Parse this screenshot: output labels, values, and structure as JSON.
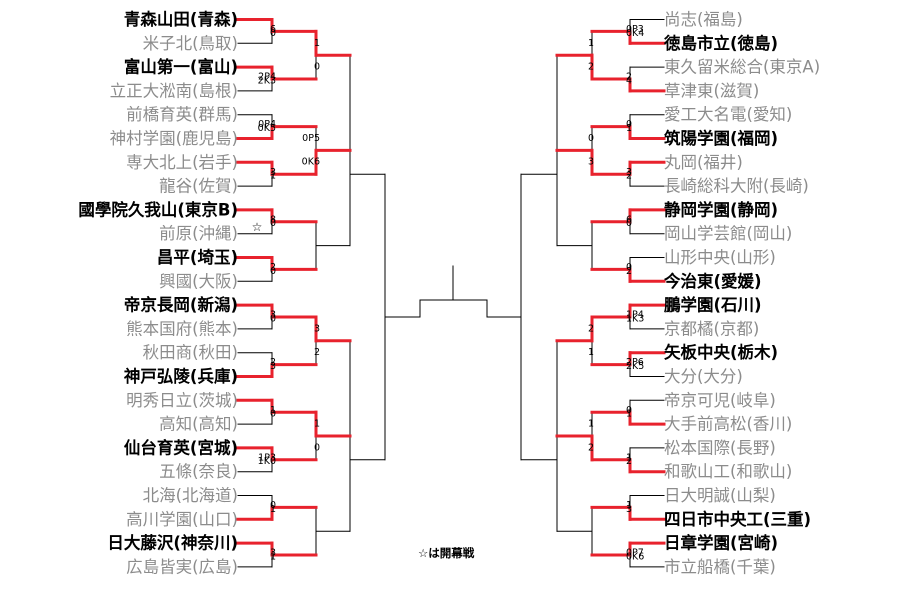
{
  "colors": {
    "win": "#e8222d",
    "line": "#000000",
    "loser": "#8c8c8c",
    "winner": "#000000"
  },
  "note": "☆は開幕戦",
  "star": "☆",
  "left": {
    "teams": [
      {
        "name": "青森山田(青森)",
        "win": true
      },
      {
        "name": "米子北(鳥取)",
        "win": false
      },
      {
        "name": "富山第一(富山)",
        "win": true
      },
      {
        "name": "立正大淞南(島根)",
        "win": false
      },
      {
        "name": "前橋育英(群馬)",
        "win": false
      },
      {
        "name": "神村学園(鹿児島)",
        "win": false
      },
      {
        "name": "専大北上(岩手)",
        "win": false
      },
      {
        "name": "龍谷(佐賀)",
        "win": false
      },
      {
        "name": "國學院久我山(東京B)",
        "win": true
      },
      {
        "name": "前原(沖縄)",
        "win": false
      },
      {
        "name": "昌平(埼玉)",
        "win": true
      },
      {
        "name": "興國(大阪)",
        "win": false
      },
      {
        "name": "帝京長岡(新潟)",
        "win": true
      },
      {
        "name": "熊本国府(熊本)",
        "win": false
      },
      {
        "name": "秋田商(秋田)",
        "win": false
      },
      {
        "name": "神戸弘陵(兵庫)",
        "win": true
      },
      {
        "name": "明秀日立(茨城)",
        "win": false
      },
      {
        "name": "高知(高知)",
        "win": false
      },
      {
        "name": "仙台育英(宮城)",
        "win": true
      },
      {
        "name": "五條(奈良)",
        "win": false
      },
      {
        "name": "北海(北海道)",
        "win": false
      },
      {
        "name": "高川学園(山口)",
        "win": false
      },
      {
        "name": "日大藤沢(神奈川)",
        "win": true
      },
      {
        "name": "広島皆実(広島)",
        "win": false
      }
    ],
    "r1": [
      {
        "top": "6",
        "bot": "0",
        "win": "top"
      },
      {
        "top": "2P4",
        "bot": "2K3",
        "win": "top"
      },
      {
        "top": "0P4",
        "bot": "0K5",
        "win": "bot"
      },
      {
        "top": "3",
        "bot": "1",
        "win": "top"
      },
      {
        "top": "8",
        "bot": "0",
        "win": "top"
      },
      {
        "top": "2",
        "bot": "0",
        "win": "top"
      },
      {
        "top": "3",
        "bot": "0",
        "win": "top"
      },
      {
        "top": "2",
        "bot": "3",
        "win": "bot"
      },
      {
        "top": "1",
        "bot": "0",
        "win": "top"
      },
      {
        "top": "1P3",
        "bot": "1K0",
        "win": "top"
      },
      {
        "top": "0",
        "bot": "1",
        "win": "bot"
      },
      {
        "top": "3",
        "bot": "1",
        "win": "top"
      }
    ],
    "r2": [
      {
        "top": "1",
        "bot": "0",
        "win": "top"
      },
      {
        "top": "0P5",
        "bot": "0K6",
        "win": "bot"
      },
      {
        "top": "3",
        "bot": "2",
        "win": "top"
      },
      {
        "top": "1",
        "bot": "0",
        "win": "top"
      }
    ]
  },
  "right": {
    "teams": [
      {
        "name": "尚志(福島)",
        "win": false
      },
      {
        "name": "徳島市立(徳島)",
        "win": true
      },
      {
        "name": "東久留米総合(東京A)",
        "win": false
      },
      {
        "name": "草津東(滋賀)",
        "win": false
      },
      {
        "name": "愛工大名電(愛知)",
        "win": false
      },
      {
        "name": "筑陽学園(福岡)",
        "win": true
      },
      {
        "name": "丸岡(福井)",
        "win": false
      },
      {
        "name": "長崎総科大附(長崎)",
        "win": false
      },
      {
        "name": "静岡学園(静岡)",
        "win": true
      },
      {
        "name": "岡山学芸館(岡山)",
        "win": false
      },
      {
        "name": "山形中央(山形)",
        "win": false
      },
      {
        "name": "今治東(愛媛)",
        "win": true
      },
      {
        "name": "鵬学園(石川)",
        "win": true
      },
      {
        "name": "京都橘(京都)",
        "win": false
      },
      {
        "name": "矢板中央(栃木)",
        "win": true
      },
      {
        "name": "大分(大分)",
        "win": false
      },
      {
        "name": "帝京可児(岐阜)",
        "win": false
      },
      {
        "name": "大手前高松(香川)",
        "win": false
      },
      {
        "name": "松本国際(長野)",
        "win": false
      },
      {
        "name": "和歌山工(和歌山)",
        "win": false
      },
      {
        "name": "日大明誠(山梨)",
        "win": false
      },
      {
        "name": "四日市中央工(三重)",
        "win": true
      },
      {
        "name": "日章学園(宮崎)",
        "win": true
      },
      {
        "name": "市立船橋(千葉)",
        "win": false
      }
    ],
    "r1": [
      {
        "top": "0P3",
        "bot": "0K4",
        "win": "bot"
      },
      {
        "top": "2",
        "bot": "4",
        "win": "bot"
      },
      {
        "top": "0",
        "bot": "1",
        "win": "bot"
      },
      {
        "top": "3",
        "bot": "2",
        "win": "top"
      },
      {
        "top": "6",
        "bot": "0",
        "win": "top"
      },
      {
        "top": "0",
        "bot": "2",
        "win": "bot"
      },
      {
        "top": "1P4",
        "bot": "1K3",
        "win": "top"
      },
      {
        "top": "2P6",
        "bot": "2K5",
        "win": "top"
      },
      {
        "top": "0",
        "bot": "1",
        "win": "bot"
      },
      {
        "top": "1",
        "bot": "2",
        "win": "bot"
      },
      {
        "top": "1",
        "bot": "3",
        "win": "bot"
      },
      {
        "top": "0P7",
        "bot": "0K6",
        "win": "top"
      }
    ],
    "r2": [
      {
        "top": "1",
        "bot": "2",
        "win": "bot"
      },
      {
        "top": "0",
        "bot": "3",
        "win": "bot"
      },
      {
        "top": "2",
        "bot": "1",
        "win": "top"
      },
      {
        "top": "1",
        "bot": "2",
        "win": "bot"
      }
    ]
  }
}
